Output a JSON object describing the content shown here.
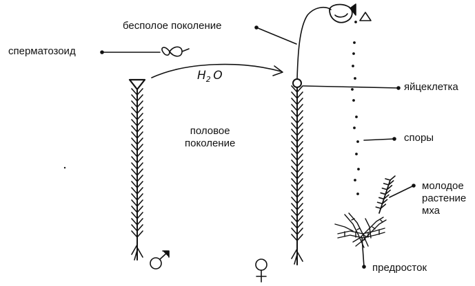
{
  "labels": {
    "asexual_generation": "бесполое поколение",
    "spermatozoid": "сперматозоид",
    "water_h": "H",
    "water_sub": "2",
    "water_o": "O",
    "egg_cell": "яйцеклетка",
    "sexual_generation_1": "половое",
    "sexual_generation_2": "поколение",
    "spores": "споры",
    "young_plant_1": "молодое",
    "young_plant_2": "растение",
    "young_plant_3": "мха",
    "protonema": "предросток"
  },
  "symbols": {
    "male": "male-symbol",
    "female": "female-symbol"
  }
}
